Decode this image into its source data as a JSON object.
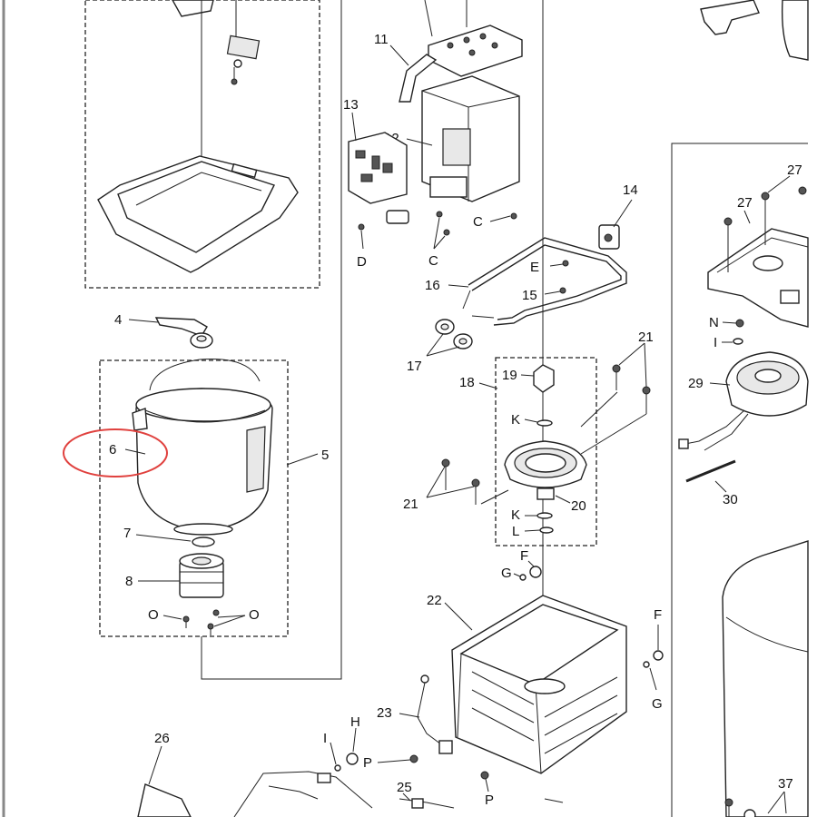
{
  "diagram": {
    "labels": {
      "l4": "4",
      "l5": "5",
      "l6": "6",
      "l7": "7",
      "l8": "8",
      "l11": "11",
      "l12": "12",
      "l13": "13",
      "l14": "14",
      "l15": "15",
      "l16": "16",
      "l17": "17",
      "l18": "18",
      "l19": "19",
      "l20": "20",
      "l21a": "21",
      "l21b": "21",
      "l22": "22",
      "l23": "23",
      "l25": "25",
      "l26": "26",
      "l27a": "27",
      "l27b": "27",
      "l29": "29",
      "l30": "30",
      "l37": "37",
      "lC1": "C",
      "lC2": "C",
      "lD": "D",
      "lE": "E",
      "lF1": "F",
      "lF2": "F",
      "lG1": "G",
      "lG2": "G",
      "lH": "H",
      "lI1": "I",
      "lI2": "I",
      "lK1": "K",
      "lK2": "K",
      "lL": "L",
      "lN": "N",
      "lO1": "O",
      "lO2": "O",
      "lP1": "P",
      "lP2": "P"
    },
    "highlight_color": "#e0413e"
  }
}
